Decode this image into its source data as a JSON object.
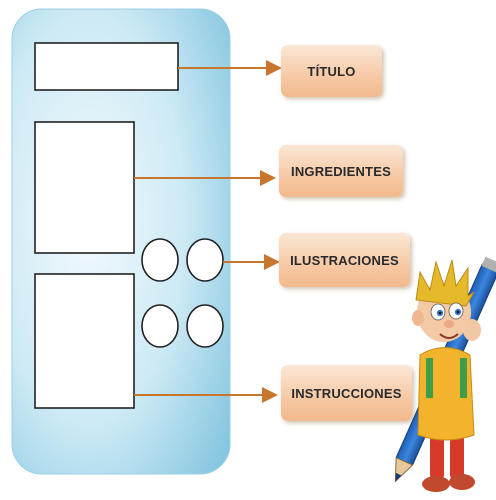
{
  "diagram": {
    "labels": {
      "titulo": "TÍTULO",
      "ingredientes": "INGREDIENTES",
      "ilustraciones": "ILUSTRACIONES",
      "instrucciones": "INSTRUCCIONES"
    },
    "colors": {
      "card_light": "#eaf6fb",
      "card_dark": "#8fcde6",
      "label_fill": "#f6c9a5",
      "arrow": "#c8752e",
      "box_border": "#222222"
    },
    "icons": [
      "boy-with-pencil-illustration"
    ]
  }
}
